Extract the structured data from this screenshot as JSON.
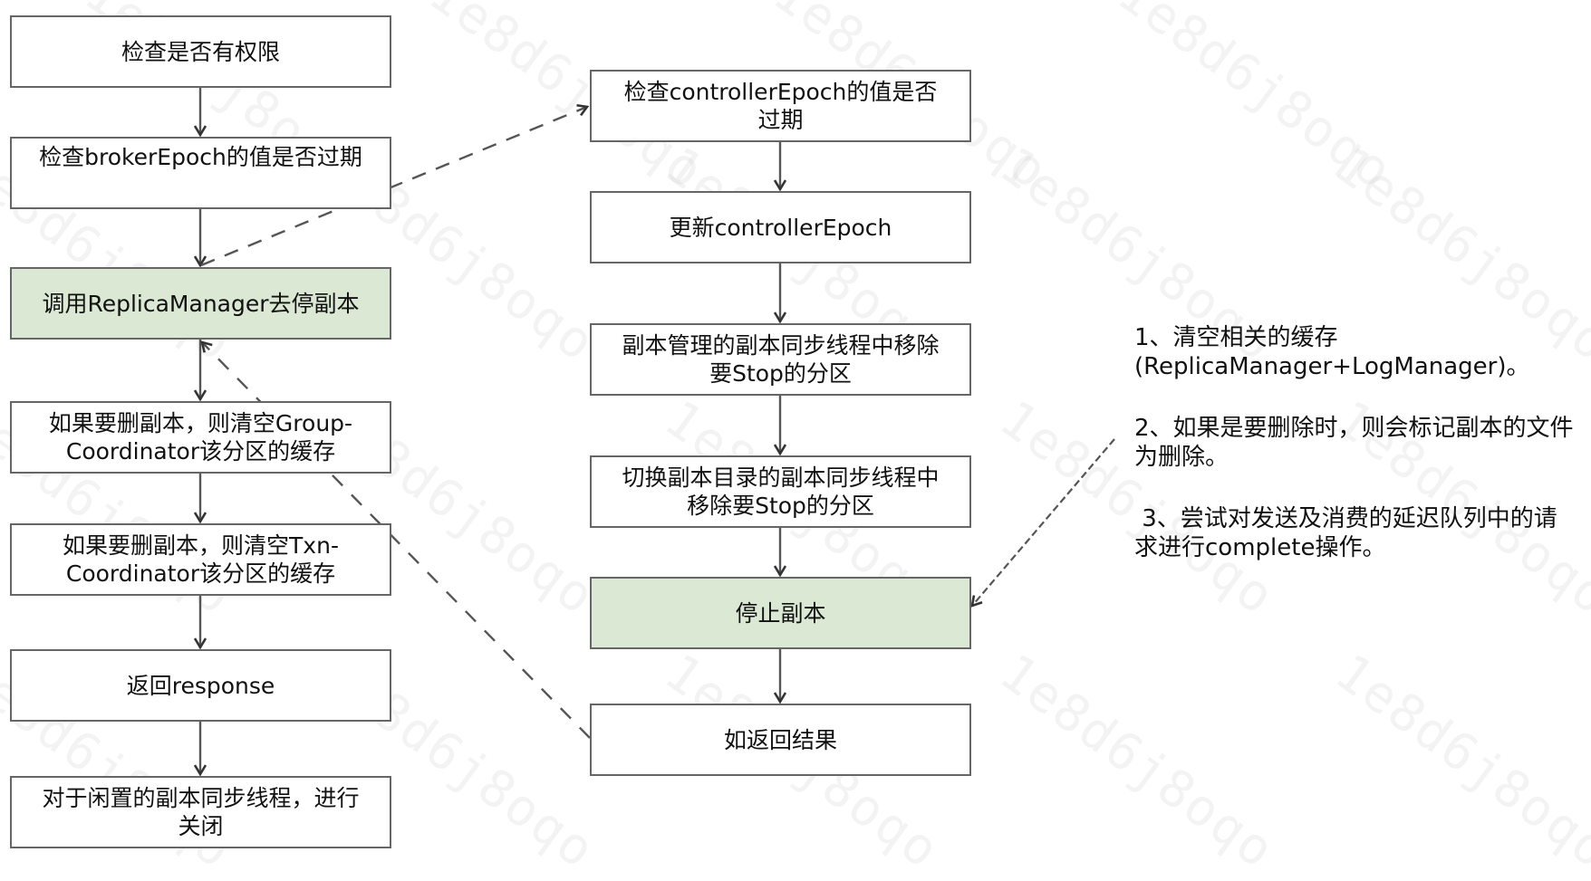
{
  "watermark_text": "1e8d6j8oqo",
  "colors": {
    "highlight_fill": "#dbe8d4",
    "border": "#666666",
    "edge": "#444444"
  },
  "left_column": {
    "nodes": [
      {
        "id": "check-permission",
        "label": "检查是否有权限",
        "highlight": false
      },
      {
        "id": "check-broker-epoch",
        "label": "检查brokerEpoch的值是否过期",
        "highlight": false
      },
      {
        "id": "call-replica-manager",
        "label": "调用ReplicaManager去停副本",
        "highlight": true
      },
      {
        "id": "clear-group-coordinator",
        "label": "如果要删副本，则清空Group-Coordinator该分区的缓存",
        "highlight": false
      },
      {
        "id": "clear-txn-coordinator",
        "label": "如果要删副本，则清空Txn-Coordinator该分区的缓存",
        "highlight": false
      },
      {
        "id": "return-response",
        "label": "返回response",
        "highlight": false
      },
      {
        "id": "close-idle-fetchers",
        "label": "对于闲置的副本同步线程，进行关闭",
        "highlight": false
      }
    ]
  },
  "middle_column": {
    "nodes": [
      {
        "id": "check-controller-epoch",
        "label": "检查controllerEpoch的值是否过期",
        "highlight": false
      },
      {
        "id": "update-controller-epoch",
        "label": "更新controllerEpoch",
        "highlight": false
      },
      {
        "id": "remove-from-replica-fetcher",
        "label": "副本管理的副本同步线程中移除要Stop的分区",
        "highlight": false
      },
      {
        "id": "remove-from-alter-dir-fetcher",
        "label": "切换副本目录的副本同步线程中移除要Stop的分区",
        "highlight": false
      },
      {
        "id": "stop-replica",
        "label": "停止副本",
        "highlight": true
      },
      {
        "id": "return-result",
        "label": "如返回结果",
        "highlight": false
      }
    ]
  },
  "annotation": {
    "items": [
      {
        "text": "1、清空相关的缓存(ReplicaManager+LogManager)。"
      },
      {
        "text": "2、如果是要删除时，则会标记副本的文件为删除。"
      },
      {
        "text": " 3、尝试对发送及消费的延迟队列中的请求进行complete操作。"
      }
    ]
  },
  "edges": [
    {
      "from": "check-permission",
      "to": "check-broker-epoch",
      "style": "solid"
    },
    {
      "from": "check-broker-epoch",
      "to": "call-replica-manager",
      "style": "solid"
    },
    {
      "from": "call-replica-manager",
      "to": "clear-group-coordinator",
      "style": "solid"
    },
    {
      "from": "clear-group-coordinator",
      "to": "clear-txn-coordinator",
      "style": "solid"
    },
    {
      "from": "clear-txn-coordinator",
      "to": "return-response",
      "style": "solid"
    },
    {
      "from": "return-response",
      "to": "close-idle-fetchers",
      "style": "solid"
    },
    {
      "from": "call-replica-manager",
      "to": "check-controller-epoch",
      "style": "dashed"
    },
    {
      "from": "check-controller-epoch",
      "to": "update-controller-epoch",
      "style": "solid"
    },
    {
      "from": "update-controller-epoch",
      "to": "remove-from-replica-fetcher",
      "style": "solid"
    },
    {
      "from": "remove-from-replica-fetcher",
      "to": "remove-from-alter-dir-fetcher",
      "style": "solid"
    },
    {
      "from": "remove-from-alter-dir-fetcher",
      "to": "stop-replica",
      "style": "solid"
    },
    {
      "from": "stop-replica",
      "to": "return-result",
      "style": "solid"
    },
    {
      "from": "return-result",
      "to": "call-replica-manager",
      "style": "dashed"
    },
    {
      "from": "annotation",
      "to": "stop-replica",
      "style": "dashed"
    }
  ]
}
